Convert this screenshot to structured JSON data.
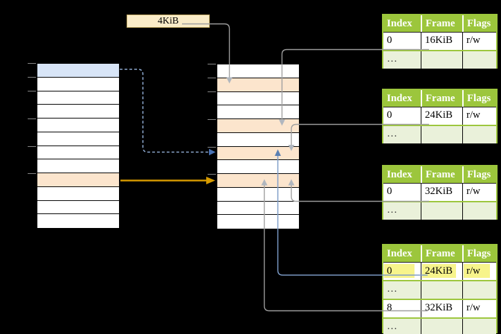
{
  "colors": {
    "gray_line": "#9e9e9e",
    "gray_head": "#b0b6be",
    "blue_line": "#7d9cc8",
    "blue_head": "#5b80b2",
    "dashed_line": "#8da9cf",
    "dashed_head": "#4a73b4",
    "orange_line": "#d79b00",
    "table_green": "#9cc63c",
    "table_light": "#eaf1da",
    "highlight_yellow": "#f7f48b",
    "row_blue": "#d8e5f7",
    "row_orange": "#fce5cd",
    "label_bg": "#faecc8",
    "label_border": "#cbb26a"
  },
  "page_size_label": {
    "text": "4KiB"
  },
  "memory_columns": {
    "left": {
      "rows": [
        "blue",
        "plain",
        "plain",
        "plain",
        "plain",
        "plain",
        "plain",
        "plain",
        "orange",
        "plain",
        "plain",
        "plain"
      ],
      "tick_rows": [
        0,
        1,
        2,
        4,
        6,
        8
      ]
    },
    "middle": {
      "rows": [
        "plain",
        "orange",
        "plain",
        "plain",
        "orange",
        "plain",
        "orange",
        "plain",
        "orange",
        "plain",
        "plain",
        "plain"
      ],
      "tick_rows": [
        0,
        1,
        2,
        4,
        6,
        8
      ]
    }
  },
  "tables": {
    "headers": [
      "Index",
      "Frame",
      "Flags"
    ],
    "t1": {
      "rows": [
        {
          "cells": [
            "0",
            "16KiB",
            "r/w"
          ],
          "variant": "data"
        },
        {
          "cells": [
            "…",
            "",
            ""
          ],
          "variant": "dots"
        }
      ]
    },
    "t2": {
      "rows": [
        {
          "cells": [
            "0",
            "24KiB",
            "r/w"
          ],
          "variant": "data"
        },
        {
          "cells": [
            "…",
            "",
            ""
          ],
          "variant": "dots"
        }
      ]
    },
    "t3": {
      "rows": [
        {
          "cells": [
            "0",
            "32KiB",
            "r/w"
          ],
          "variant": "data"
        },
        {
          "cells": [
            "…",
            "",
            ""
          ],
          "variant": "dots"
        }
      ]
    },
    "t4": {
      "rows": [
        {
          "cells": [
            "0",
            "24KiB",
            "r/w"
          ],
          "variant": "data",
          "highlight": true
        },
        {
          "cells": [
            "…",
            "",
            ""
          ],
          "variant": "dots"
        },
        {
          "cells": [
            "8",
            "32KiB",
            "r/w"
          ],
          "variant": "data"
        },
        {
          "cells": [
            "…",
            "",
            ""
          ],
          "variant": "dots"
        }
      ]
    }
  }
}
